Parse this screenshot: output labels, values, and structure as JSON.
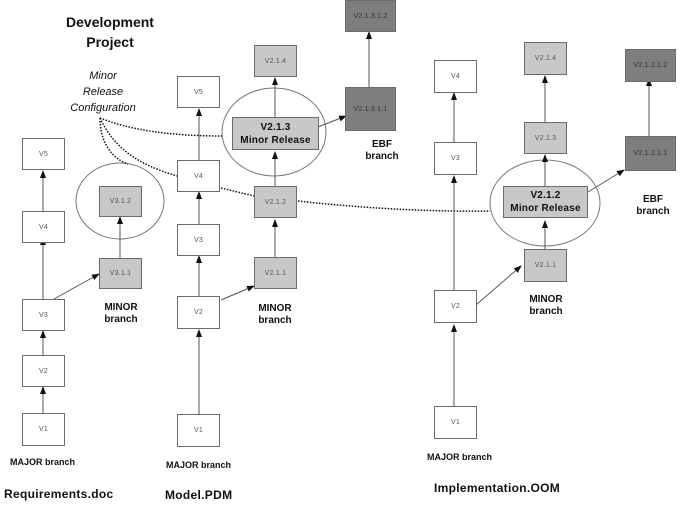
{
  "title": "Development Project",
  "title_lines": [
    "Development",
    "Project"
  ],
  "annotation_lines": [
    "Minor",
    "Release",
    "Configuration"
  ],
  "documents": [
    {
      "name": "Requirements.doc",
      "major_label": "MAJOR branch",
      "major_versions": [
        "V1",
        "V2",
        "V3",
        "V4",
        "V5"
      ],
      "minor_label_lines": [
        "MINOR",
        "branch"
      ],
      "minor_versions": [
        "V3.1.1",
        "V3.1.2"
      ]
    },
    {
      "name": "Model.PDM",
      "major_label": "MAJOR branch",
      "major_versions": [
        "V1",
        "V2",
        "V3",
        "V4",
        "V5"
      ],
      "minor_label_lines": [
        "MINOR",
        "branch"
      ],
      "minor_versions": [
        "V2.1.1",
        "V2.1.2",
        "V2.1.3",
        "V2.1.4"
      ],
      "release_title": "V2.1.3",
      "release_subtitle": "Minor Release",
      "ebf_label_lines": [
        "EBF",
        "branch"
      ],
      "ebf_versions": [
        "V2.1.3.1.1",
        "V2.1.3.1.2"
      ]
    },
    {
      "name": "Implementation.OOM",
      "major_label": "MAJOR branch",
      "major_versions": [
        "V1",
        "V2",
        "V3",
        "V4"
      ],
      "minor_label_lines": [
        "MINOR",
        "branch"
      ],
      "minor_versions": [
        "V2.1.1",
        "V2.1.2",
        "V2.1.3",
        "V2.1.4"
      ],
      "release_title": "V2.1.2",
      "release_subtitle": "Minor Release",
      "ebf_label_lines": [
        "EBF",
        "branch"
      ],
      "ebf_versions": [
        "V2.1.2.1.1",
        "V2.1.2.1.2"
      ]
    }
  ]
}
